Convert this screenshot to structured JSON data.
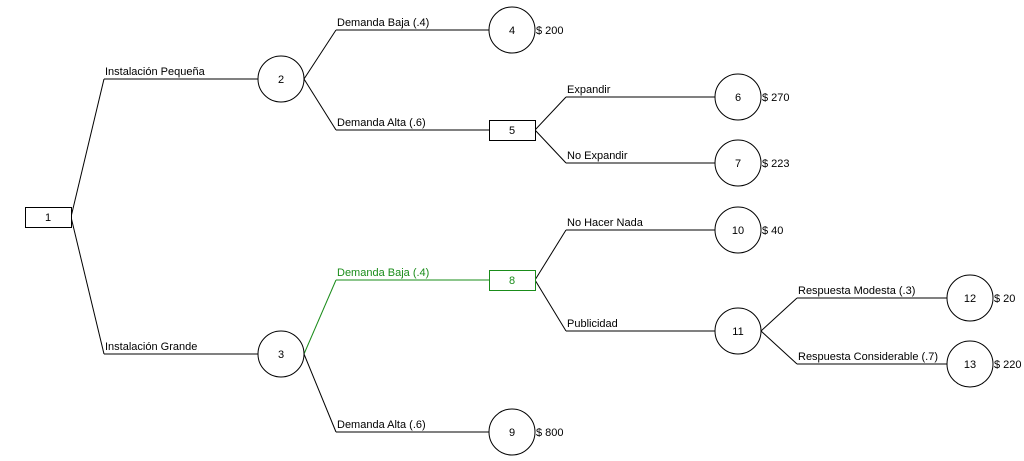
{
  "colors": {
    "line": "#000000",
    "highlight": "#1a8c1a",
    "background": "#ffffff"
  },
  "nodes": [
    {
      "id": "n1",
      "label": "1",
      "kind": "decision"
    },
    {
      "id": "n2",
      "label": "2",
      "kind": "chance"
    },
    {
      "id": "n3",
      "label": "3",
      "kind": "chance"
    },
    {
      "id": "n4",
      "label": "4",
      "kind": "chance",
      "payoff": "$ 200"
    },
    {
      "id": "n5",
      "label": "5",
      "kind": "decision"
    },
    {
      "id": "n6",
      "label": "6",
      "kind": "chance",
      "payoff": "$ 270"
    },
    {
      "id": "n7",
      "label": "7",
      "kind": "chance",
      "payoff": "$ 223"
    },
    {
      "id": "n8",
      "label": "8",
      "kind": "decision",
      "highlight": true
    },
    {
      "id": "n9",
      "label": "9",
      "kind": "chance",
      "payoff": "$ 800"
    },
    {
      "id": "n10",
      "label": "10",
      "kind": "chance",
      "payoff": "$ 40"
    },
    {
      "id": "n11",
      "label": "11",
      "kind": "chance"
    },
    {
      "id": "n12",
      "label": "12",
      "kind": "chance",
      "payoff": "$ 20"
    },
    {
      "id": "n13",
      "label": "13",
      "kind": "chance",
      "payoff": "$ 220"
    }
  ],
  "branches": [
    {
      "from": "n1",
      "to": "n2",
      "label": "Instalación Pequeña"
    },
    {
      "from": "n1",
      "to": "n3",
      "label": "Instalación Grande"
    },
    {
      "from": "n2",
      "to": "n4",
      "label": "Demanda Baja (.4)"
    },
    {
      "from": "n2",
      "to": "n5",
      "label": "Demanda Alta (.6)"
    },
    {
      "from": "n5",
      "to": "n6",
      "label": "Expandir"
    },
    {
      "from": "n5",
      "to": "n7",
      "label": "No Expandir"
    },
    {
      "from": "n3",
      "to": "n8",
      "label": "Demanda Baja (.4)",
      "highlight": true
    },
    {
      "from": "n3",
      "to": "n9",
      "label": "Demanda Alta (.6)"
    },
    {
      "from": "n8",
      "to": "n10",
      "label": "No Hacer Nada"
    },
    {
      "from": "n8",
      "to": "n11",
      "label": "Publicidad"
    },
    {
      "from": "n11",
      "to": "n12",
      "label": "Respuesta Modesta (.3)"
    },
    {
      "from": "n11",
      "to": "n13",
      "label": "Respuesta Considerable (.7)"
    }
  ]
}
